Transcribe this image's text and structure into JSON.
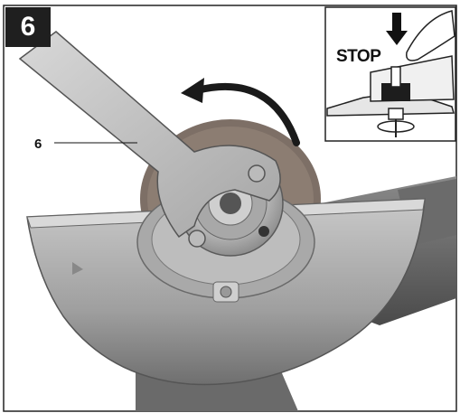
{
  "figure": {
    "number": "6"
  },
  "callout": {
    "label": "6"
  },
  "inset": {
    "stop_text": "STOP"
  }
}
